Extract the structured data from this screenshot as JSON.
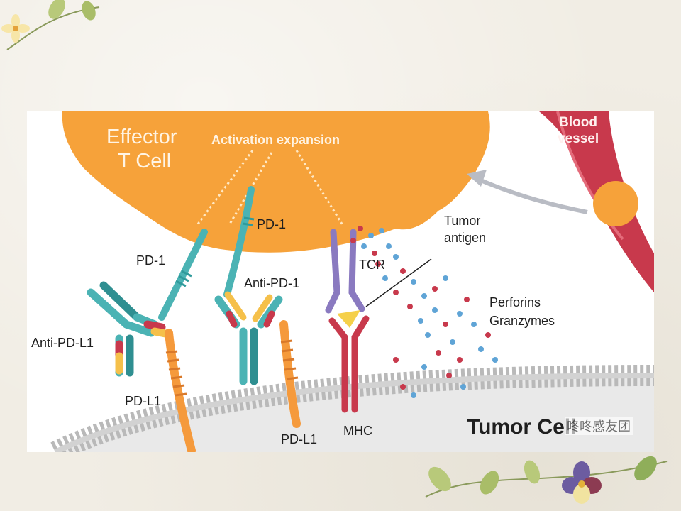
{
  "diagram": {
    "effector_cell": {
      "line1": "Effector",
      "line2": "T Cell",
      "color": "#f6a23a"
    },
    "activation": "Activation expansion",
    "blood_vessel": {
      "line1": "Blood",
      "line2": "vessel",
      "color": "#c8394c"
    },
    "labels": {
      "pd1_left": "PD-1",
      "pd1_center": "PD-1",
      "anti_pdl1": "Anti-PD-L1",
      "anti_pd1": "Anti-PD-1",
      "pdl1_left": "PD-L1",
      "pdl1_right": "PD-L1",
      "tcr": "TCR",
      "mhc": "MHC",
      "tumor_antigen_line1": "Tumor",
      "tumor_antigen_line2": "antigen",
      "perforins": "Perforins",
      "granzymes": "Granzymes",
      "tumor_cell": "Tumor Cell"
    },
    "watermark": "咚咚感友团",
    "colors": {
      "teal": "#4bb3b4",
      "orange": "#f59a3c",
      "purple": "#8a7ac0",
      "red": "#c8394c",
      "yellow": "#f5d04a",
      "membrane": "#b9b9b9",
      "dot_red": "#c8394c",
      "dot_blue": "#5fa4d6"
    }
  }
}
